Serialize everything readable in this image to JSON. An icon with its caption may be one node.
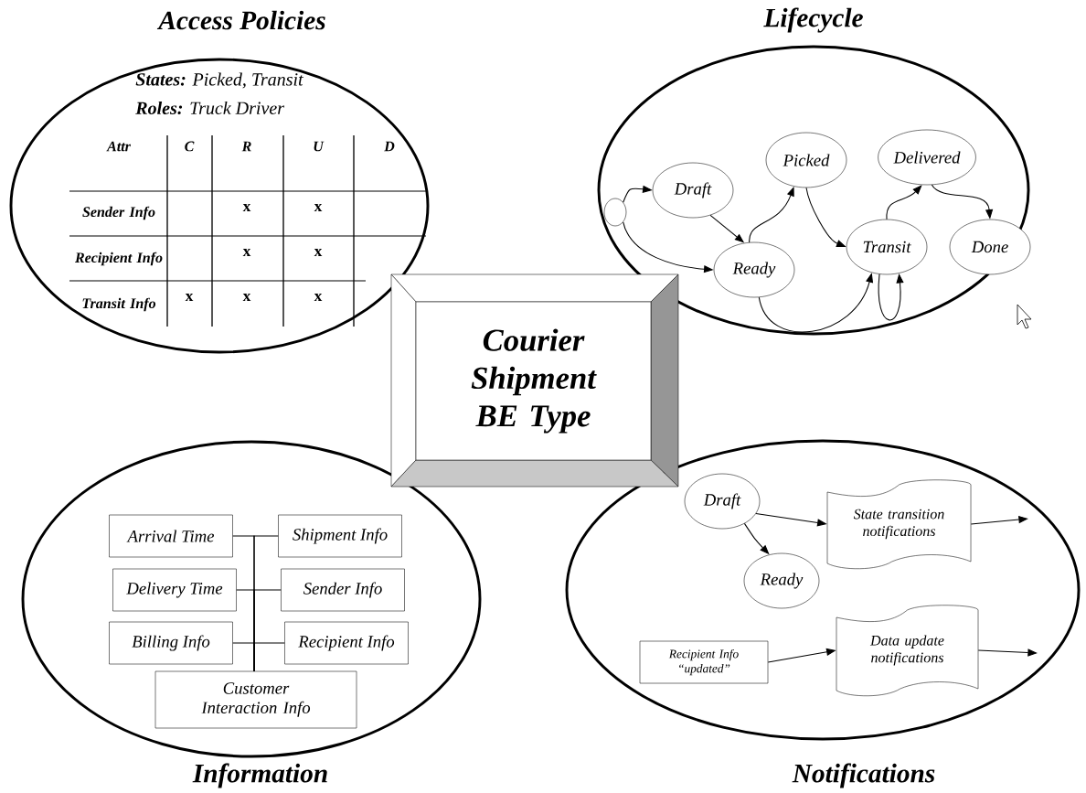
{
  "diagram": {
    "nodes": [
      {
        "text": [
          "Access Policies",
          "**States:** Picked, Transit",
          "**Roles:** Truck Driver"
        ]
      },
      {
        "text": [
          "Lifecycle"
        ]
      },
      {
        "text": [],
        "shape": "circle",
        "in": 1
      },
      {
        "text": [
          "Draft"
        ],
        "in": 1
      },
      {
        "text": [
          "Ready"
        ],
        "in": 1
      },
      {
        "text": [
          "Picked"
        ],
        "in": 1
      },
      {
        "text": [
          "Transit"
        ],
        "in": 1
      },
      {
        "text": [
          "Delivered"
        ],
        "in": 1
      },
      {
        "text": [
          "Done"
        ],
        "in": 1
      },
      {
        "text": [
          "Courier Shipment BE Type"
        ]
      },
      {
        "text": [
          "Information"
        ]
      },
      {
        "text": [
          "Arrival Time"
        ],
        "in": 10
      },
      {
        "text": [
          "Delivery Time"
        ],
        "in": 10
      },
      {
        "text": [
          "Billing Info"
        ],
        "in": 10
      },
      {
        "text": [
          "Shipment Info"
        ],
        "in": 10
      },
      {
        "text": [
          "Sender Info"
        ],
        "in": 10
      },
      {
        "text": [
          "Recipient Info"
        ],
        "in": 10
      },
      {
        "text": [
          "Customer Interaction Info"
        ],
        "in": 10
      },
      {
        "text": [
          "Notifications"
        ]
      },
      {
        "text": [
          "Draft"
        ],
        "in": 18
      },
      {
        "text": [
          "Ready"
        ],
        "in": 18
      },
      {
        "text": [
          "State transition notifications"
        ],
        "in": 18
      },
      {
        "text": [
          "Recipient Info “updated”"
        ],
        "in": 18
      },
      {
        "text": [
          "Data update notifications"
        ],
        "in": 18
      }
    ],
    "edges": [
      {
        "from": 2,
        "to": 3,
        "arrow": "to"
      },
      {
        "from": 2,
        "to": 4,
        "arrow": "to"
      },
      {
        "from": 3,
        "to": 4,
        "arrow": "to"
      },
      {
        "from": 4,
        "to": 5,
        "arrow": "to"
      },
      {
        "from": 5,
        "to": 6,
        "arrow": "to"
      },
      {
        "from": 4,
        "to": 6,
        "arrow": "to"
      },
      {
        "from": 6,
        "to": 6,
        "arrow": "to"
      },
      {
        "from": 6,
        "to": 7,
        "arrow": "to"
      },
      {
        "from": 7,
        "to": 8,
        "arrow": "to"
      },
      {
        "from": 11,
        "to": 17,
        "arrow": "none"
      },
      {
        "from": 12,
        "to": 17,
        "arrow": "none"
      },
      {
        "from": 13,
        "to": 17,
        "arrow": "none"
      },
      {
        "from": 14,
        "to": 17,
        "arrow": "none"
      },
      {
        "from": 15,
        "to": 17,
        "arrow": "none"
      },
      {
        "from": 16,
        "to": 17,
        "arrow": "none"
      },
      {
        "from": 19,
        "to": 20,
        "arrow": "to"
      },
      {
        "from": 19,
        "to": 21,
        "arrow": "to"
      },
      {
        "from": 21,
        "to": null,
        "arrow": "to"
      },
      {
        "from": 22,
        "to": 23,
        "arrow": "to"
      },
      {
        "from": 23,
        "to": null,
        "arrow": "to"
      }
    ],
    "labels": [
      "Attr",
      "C",
      "R",
      "U",
      "D",
      "Sender Info",
      "x",
      "x",
      "Recipient Info",
      "x",
      "x",
      "Transit Info",
      "x",
      "x",
      "x"
    ]
  }
}
